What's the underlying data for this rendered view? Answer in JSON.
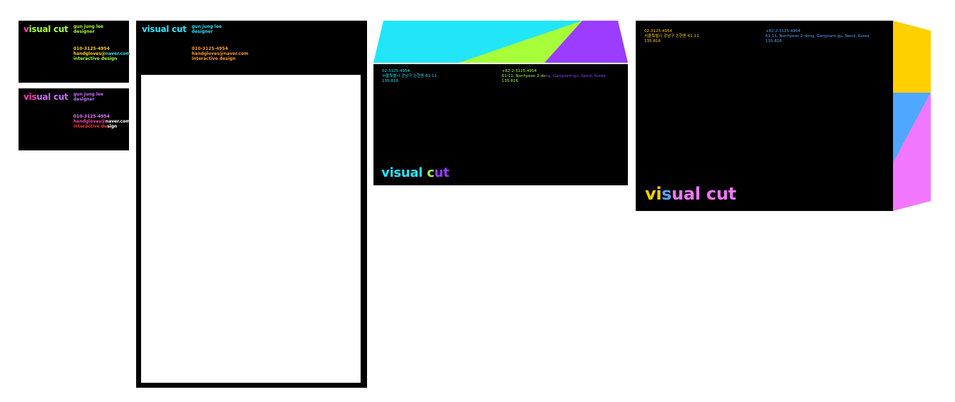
{
  "colors": {
    "black": "#000000",
    "cyan": "#22e5f8",
    "lime": "#a6ff3a",
    "purple": "#9b3cff",
    "pink": "#f277ff",
    "magenta": "#ff3cb4",
    "yellow": "#ffd000",
    "orange": "#ff9a2a",
    "blue": "#4fa7ff",
    "red": "#ff2f3a",
    "white": "#ffffff"
  },
  "logo": {
    "part1": "v",
    "part2": "i",
    "part3": "s",
    "part4": "u",
    "part5": "a",
    "part6": "l",
    "space": " ",
    "part7": "c",
    "part8": "u",
    "part9": "t"
  },
  "card": {
    "name": "gun jung lee",
    "title": "designer",
    "phone": "010-3125-4954",
    "email_part1": "handgloves@",
    "email_part2": "naver.com",
    "field_part1": "interactive ",
    "field_part2": "de",
    "field_part3": "sign"
  },
  "envelope": {
    "phone": "02-3125-4954",
    "address_ko": "서울특별시 강남구 논현동 61-11",
    "postal": "135-816",
    "phone_intl": "+82-2-3125-4954",
    "address_en": "61-11, Nonhyeon 2-dong, Gangnam-gu, Seoul, Korea",
    "address_en_a": "61-11, Nonhyeon 2-do",
    "address_en_b": "ng, Gangnam-gu, Seoul, Korea",
    "postal_intl": "135-816"
  }
}
